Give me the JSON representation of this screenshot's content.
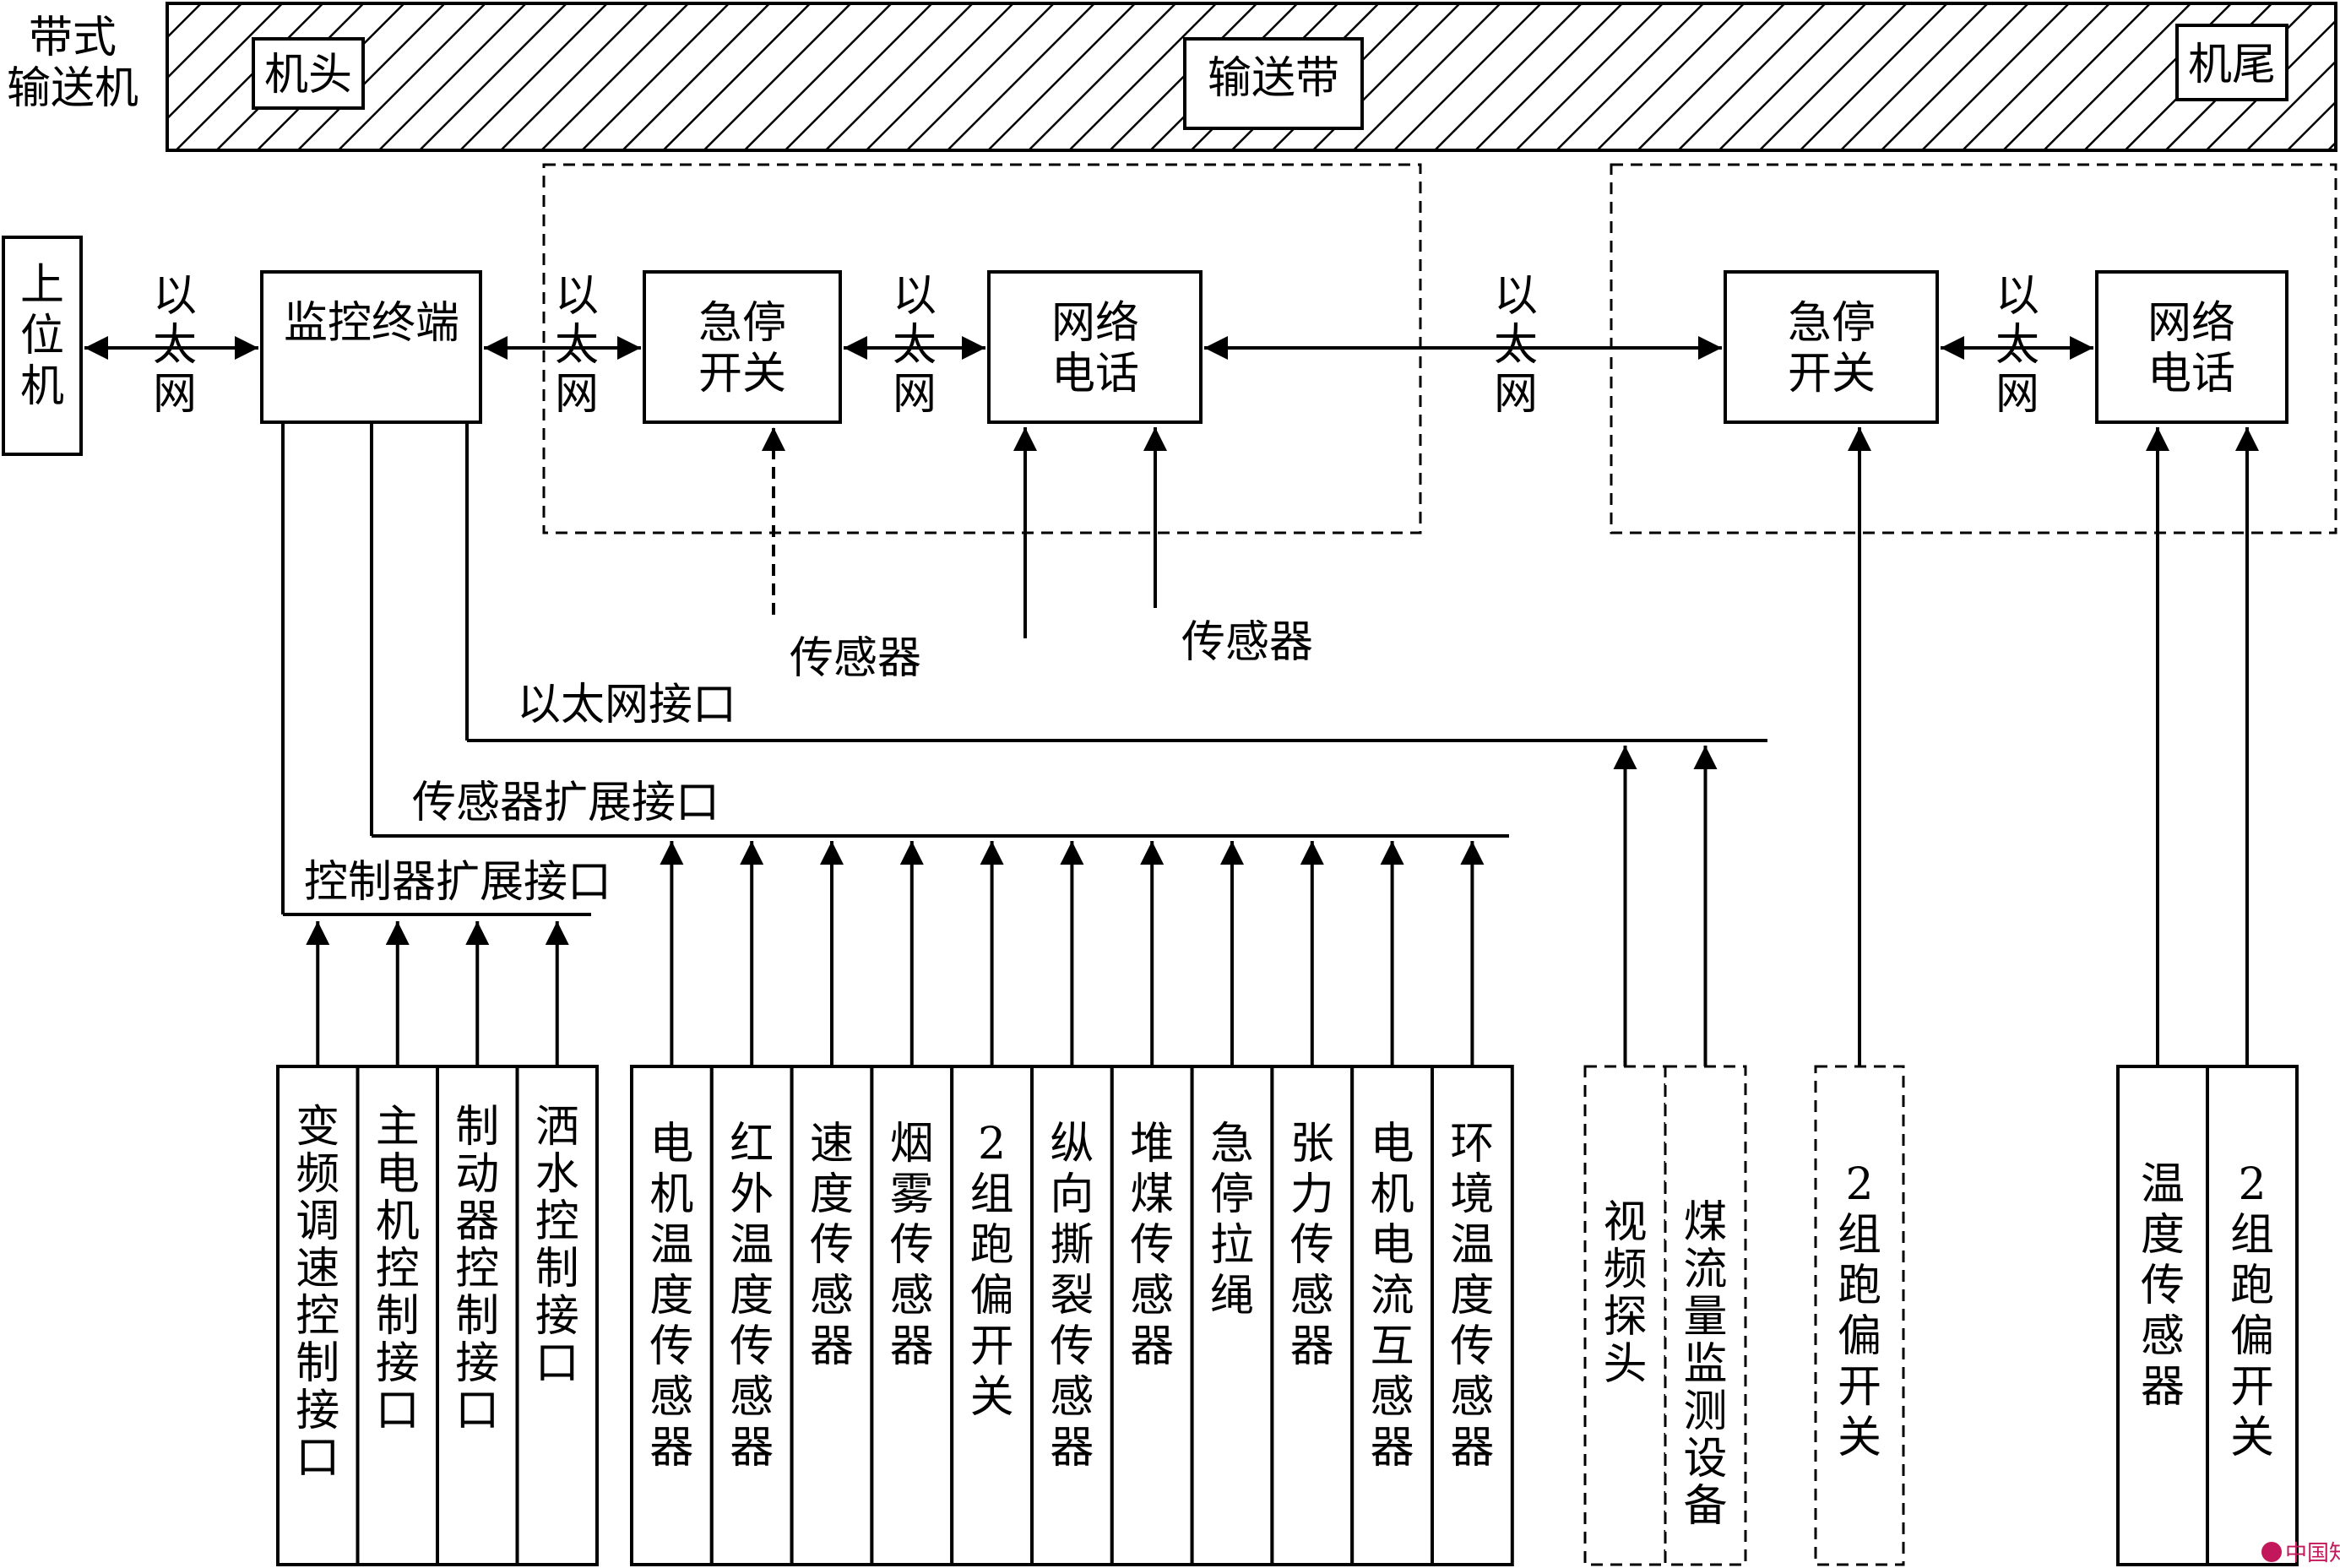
{
  "conveyor": {
    "label": "带式\n输送机",
    "head": "机头",
    "belt": "输送带",
    "tail": "机尾"
  },
  "nodes": {
    "host": "上位机",
    "monitor_terminal": "监控终端",
    "estop_switch_1": "急停\n开关",
    "network_phone_1": "网络\n电话",
    "estop_switch_2": "急停\n开关",
    "network_phone_2": "网络\n电话"
  },
  "links": {
    "ethernet": "以\n太\n网"
  },
  "sensor_labels": {
    "sensor_1": "传感器",
    "sensor_2": "传感器"
  },
  "interfaces": {
    "ethernet_port": "以太网接口",
    "sensor_ext_port": "传感器扩展接口",
    "controller_ext_port": "控制器扩展接口"
  },
  "controller_group": [
    "变频调速控制接口",
    "主电机控制接口",
    "制动器控制接口",
    "洒水控制接口"
  ],
  "sensor_group": [
    "电机温度传感器",
    "红外温度传感器",
    "速度传感器",
    "烟雾传感器",
    "2组跑偏开关",
    "纵向撕裂传感器",
    "堆煤传感器",
    "急停拉绳",
    "张力传感器",
    "电机电流互感器",
    "环境温度传感器"
  ],
  "ethernet_group": [
    "视频探头",
    "煤流量监测设备"
  ],
  "tail_estop_group": [
    "2组跑偏开关"
  ],
  "tail_phone_group": [
    "温度传感器",
    "2组跑偏开关"
  ],
  "watermark": "中国知网 期刊达信"
}
